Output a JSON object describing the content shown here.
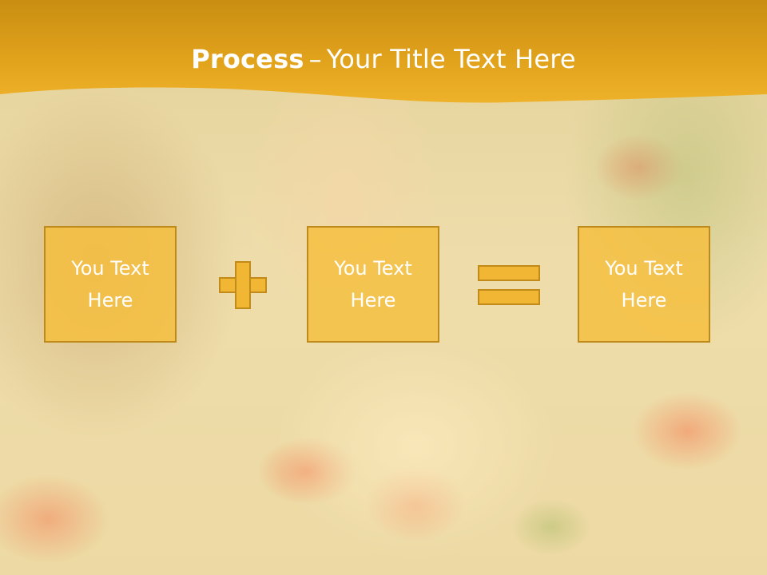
{
  "slide": {
    "title_bold": "Process",
    "title_separator": "–",
    "title_rest": "Your Title Text Here",
    "accent_color": "#e4a21a",
    "box_color": "#f5be3c"
  },
  "process": {
    "boxes": [
      {
        "text": "You Text\nHere"
      },
      {
        "text": "You Text\nHere"
      },
      {
        "text": "You Text\nHere"
      }
    ],
    "operators": [
      "plus-icon",
      "equals-icon"
    ]
  }
}
